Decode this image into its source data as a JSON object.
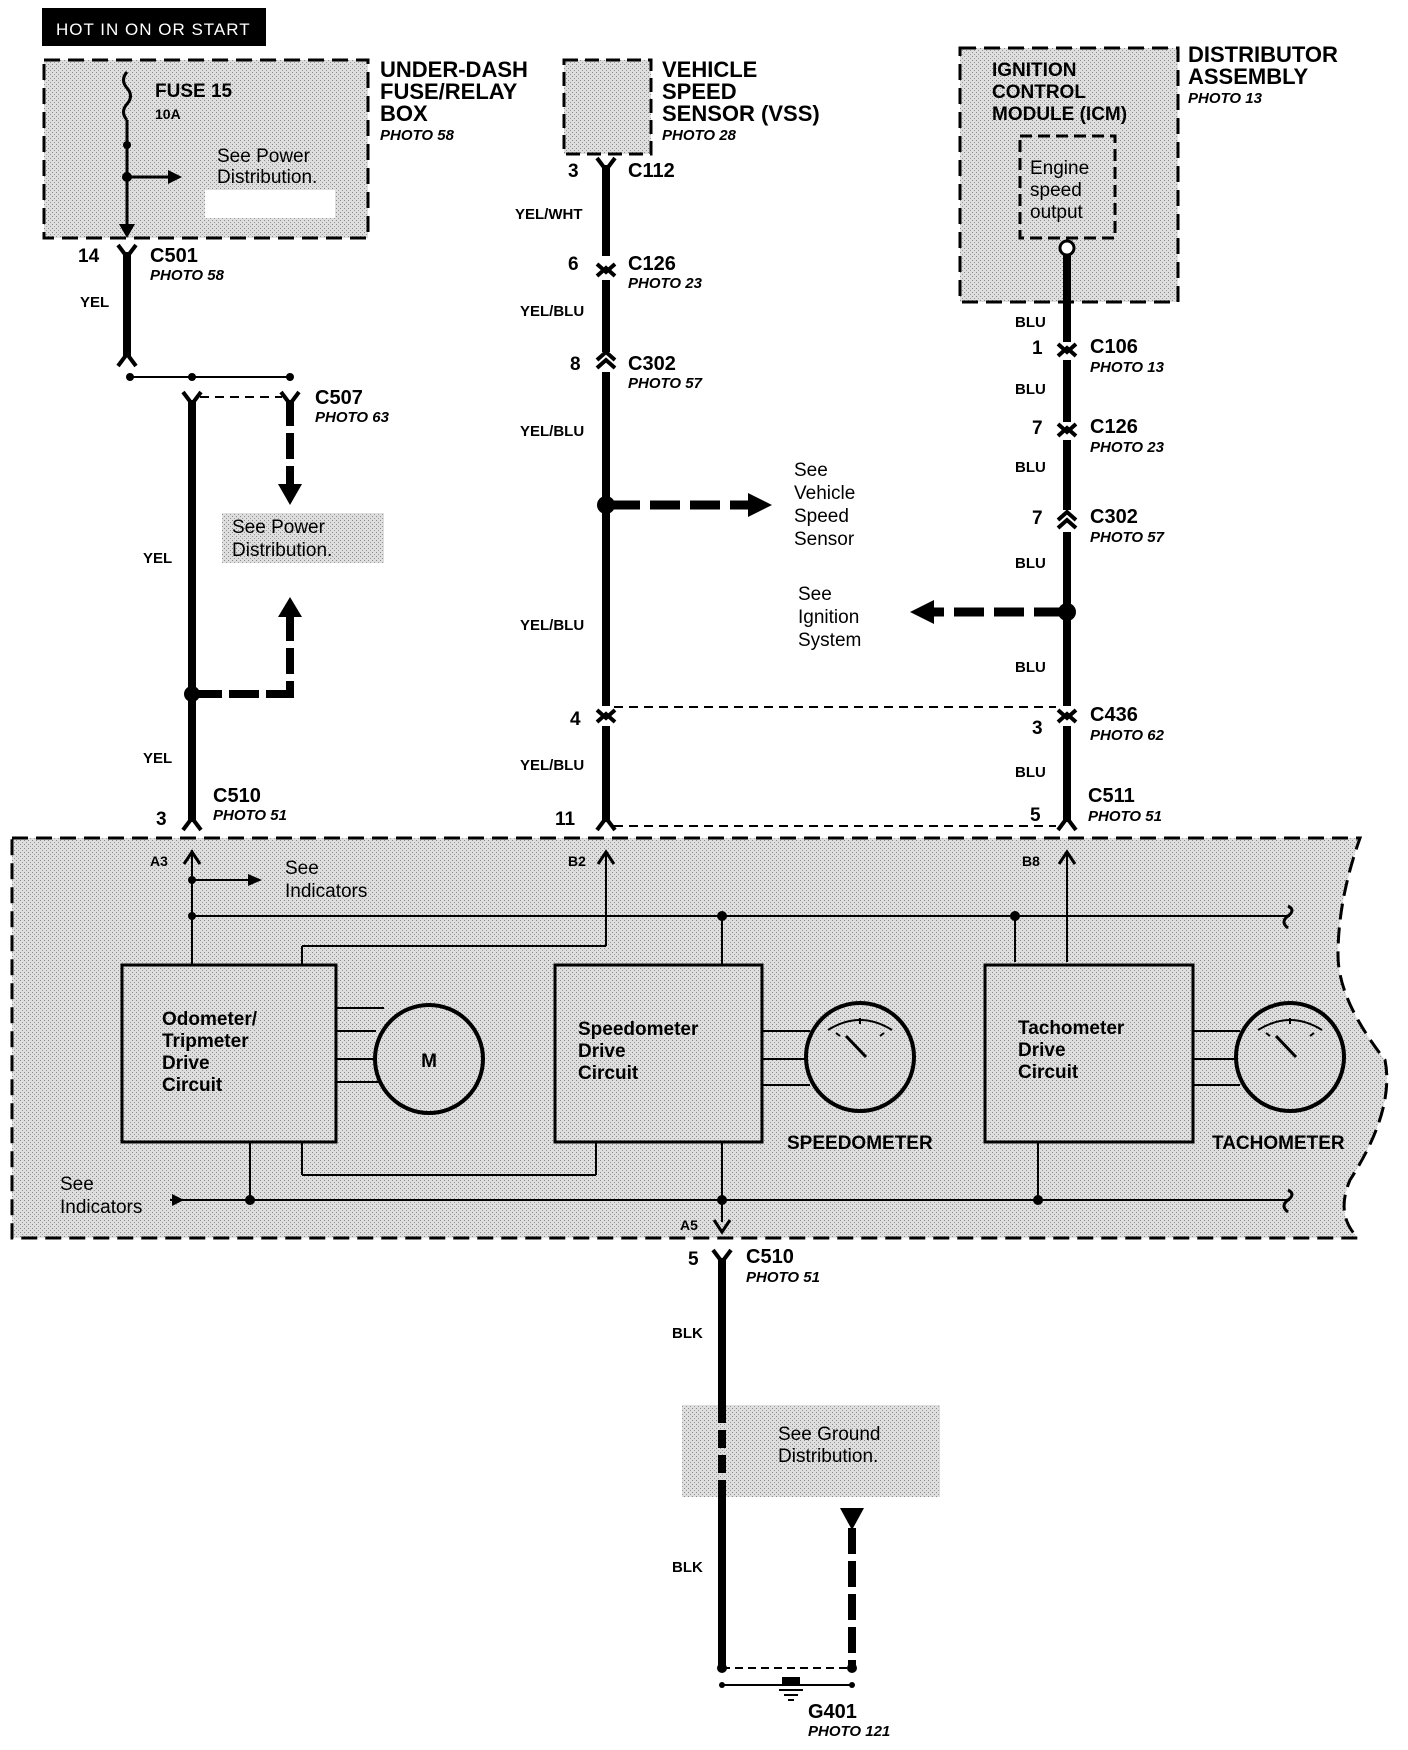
{
  "banner": "HOT IN ON OR START",
  "fuse_box": {
    "title": [
      "UNDER-DASH",
      "FUSE/RELAY",
      "BOX"
    ],
    "photo": "PHOTO 58",
    "fuse": "FUSE 15",
    "rating": "10A",
    "see": [
      "See Power",
      "Distribution."
    ]
  },
  "vss": {
    "title": [
      "VEHICLE",
      "SPEED",
      "SENSOR (VSS)"
    ],
    "photo": "PHOTO 28"
  },
  "distributor": {
    "title": [
      "DISTRIBUTOR",
      "ASSEMBLY"
    ],
    "photo": "PHOTO 13",
    "icm": [
      "IGNITION",
      "CONTROL",
      "MODULE (ICM)"
    ],
    "output": [
      "Engine",
      "speed",
      "output"
    ]
  },
  "left_wire": {
    "c501": {
      "pin": "14",
      "name": "C501",
      "photo": "PHOTO 58"
    },
    "color1": "YEL",
    "c507": {
      "name": "C507",
      "photo": "PHOTO 63"
    },
    "see_power": [
      "See Power",
      "Distribution."
    ],
    "color2": "YEL",
    "color3": "YEL",
    "c510": {
      "pin": "3",
      "name": "C510",
      "photo": "PHOTO 51"
    }
  },
  "mid_wire": {
    "c112": {
      "pin": "3",
      "name": "C112"
    },
    "color1": "YEL/WHT",
    "c126": {
      "pin": "6",
      "name": "C126",
      "photo": "PHOTO 23"
    },
    "color2": "YEL/BLU",
    "c302": {
      "pin": "8",
      "name": "C302",
      "photo": "PHOTO 57"
    },
    "color3": "YEL/BLU",
    "see_vss": [
      "See",
      "Vehicle",
      "Speed",
      "Sensor"
    ],
    "color4": "YEL/BLU",
    "pin4": "4",
    "color5": "YEL/BLU",
    "pin11": "11"
  },
  "right_wire": {
    "color0": "BLU",
    "c106": {
      "pin": "1",
      "name": "C106",
      "photo": "PHOTO 13"
    },
    "color1": "BLU",
    "c126": {
      "pin": "7",
      "name": "C126",
      "photo": "PHOTO 23"
    },
    "color2": "BLU",
    "c302": {
      "pin": "7",
      "name": "C302",
      "photo": "PHOTO 57"
    },
    "color3": "BLU",
    "see_ign": [
      "See",
      "Ignition",
      "System"
    ],
    "color4": "BLU",
    "c436": {
      "pin": "3",
      "name": "C436",
      "photo": "PHOTO 62"
    },
    "color5": "BLU",
    "c511": {
      "pin": "5",
      "name": "C511",
      "photo": "PHOTO 51"
    }
  },
  "cluster": {
    "a3": "A3",
    "b2": "B2",
    "b8": "B8",
    "a5": "A5",
    "see_ind_top": [
      "See",
      "Indicators"
    ],
    "see_ind_bottom": [
      "See",
      "Indicators"
    ],
    "odometer": [
      "Odometer/",
      "Tripmeter",
      "Drive",
      "Circuit"
    ],
    "motor": "M",
    "speedo_drive": [
      "Speedometer",
      "Drive",
      "Circuit"
    ],
    "speedometer": "SPEEDOMETER",
    "tacho_drive": [
      "Tachometer",
      "Drive",
      "Circuit"
    ],
    "tachometer": "TACHOMETER"
  },
  "ground": {
    "c510": {
      "pin": "5",
      "name": "C510",
      "photo": "PHOTO 51"
    },
    "color1": "BLK",
    "see_ground": [
      "See Ground",
      "Distribution."
    ],
    "color2": "BLK",
    "g401": {
      "name": "G401",
      "photo": "PHOTO 121"
    }
  }
}
